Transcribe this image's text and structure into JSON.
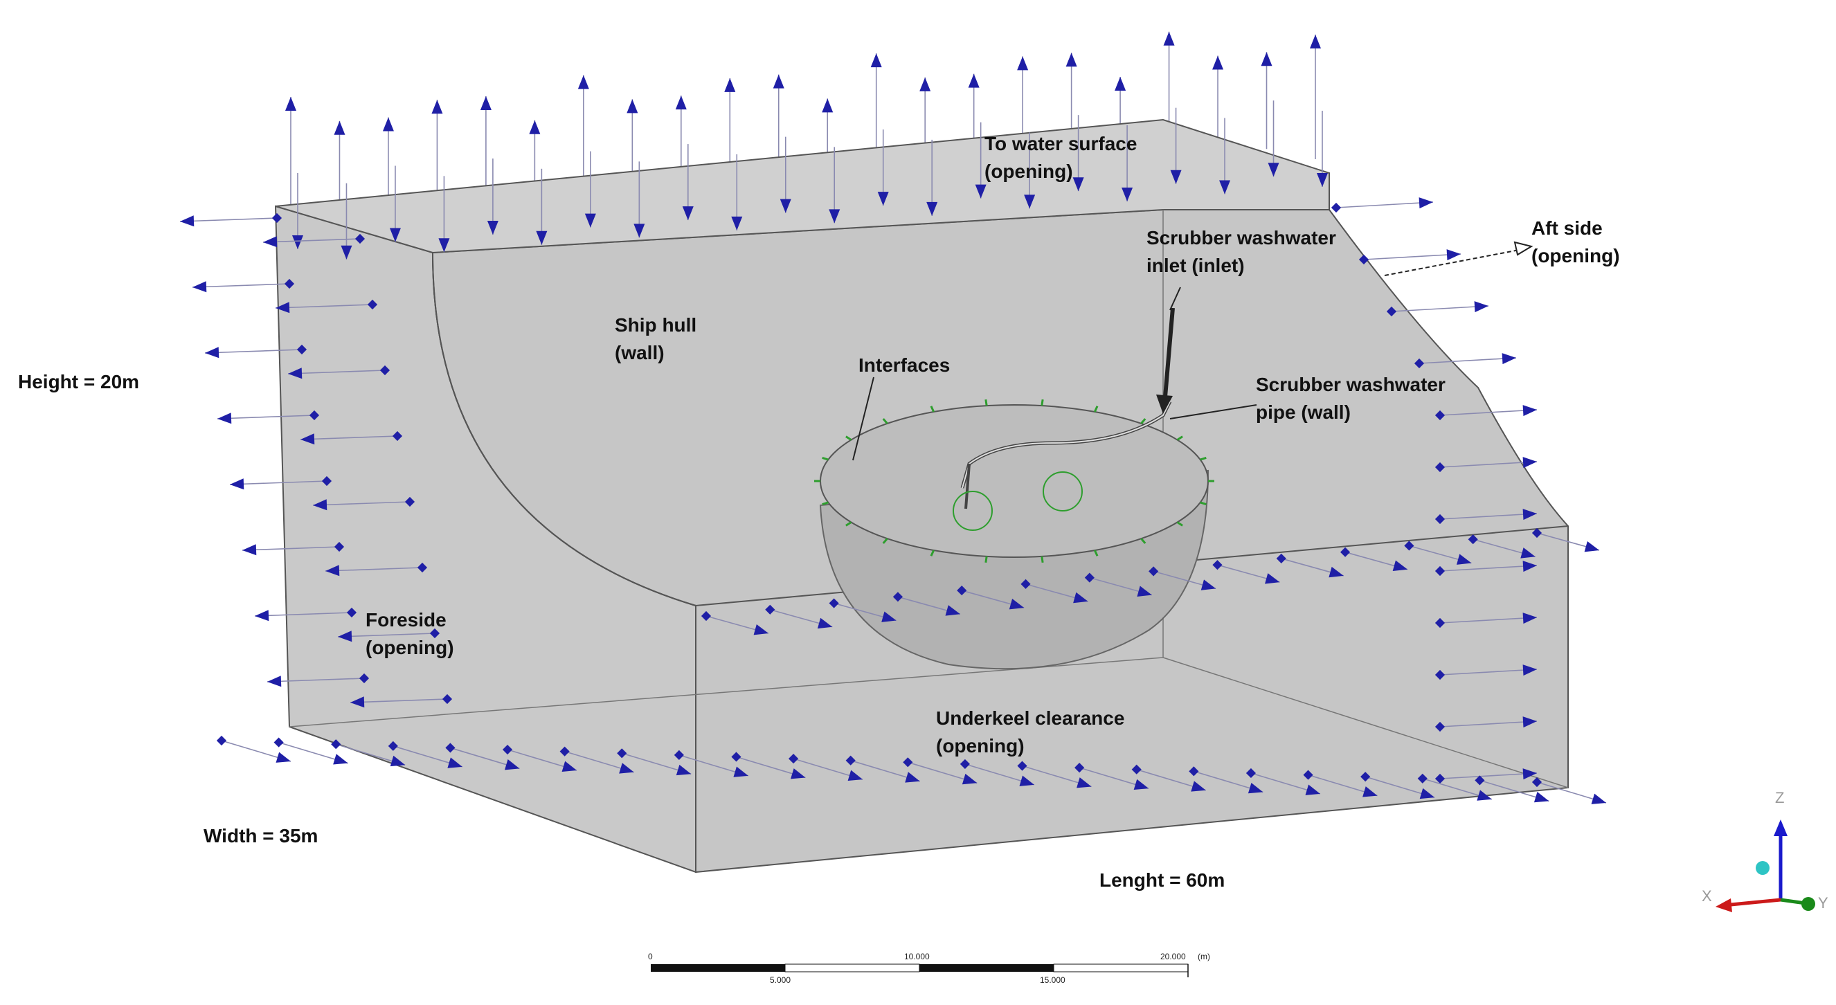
{
  "labels": {
    "water_surface": [
      "To water surface",
      "(opening)"
    ],
    "scrubber_inlet": [
      "Scrubber washwater",
      "inlet (inlet)"
    ],
    "aft_side": [
      "Aft side",
      "(opening)"
    ],
    "ship_hull": [
      "Ship hull",
      "(wall)"
    ],
    "interfaces": "Interfaces",
    "scrubber_pipe": [
      "Scrubber washwater",
      "pipe (wall)"
    ],
    "height": "Height = 20m",
    "foreside": [
      "Foreside",
      "(opening)"
    ],
    "underkeel": [
      "Underkeel clearance",
      "(opening)"
    ],
    "width": "Width = 35m",
    "length": "Lenght = 60m"
  },
  "scale_bar": {
    "top_labels": [
      "0",
      "10.000",
      "20.000",
      "(m)"
    ],
    "bottom_labels": [
      "5.000",
      "15.000"
    ]
  },
  "axes": {
    "z": "Z",
    "x": "X",
    "y": "Y"
  },
  "colors": {
    "domain_fill": "#c8c8c8",
    "arrow": "#1f1fa6",
    "arrow_shaft": "#8a8ab0",
    "edge": "#555555",
    "interface_mark": "#2e9e2e",
    "axis_z": "#1a1acc",
    "axis_x": "#cc1a1a",
    "axis_y": "#1a8a1a",
    "axis_origin": "#2ec4c4"
  }
}
